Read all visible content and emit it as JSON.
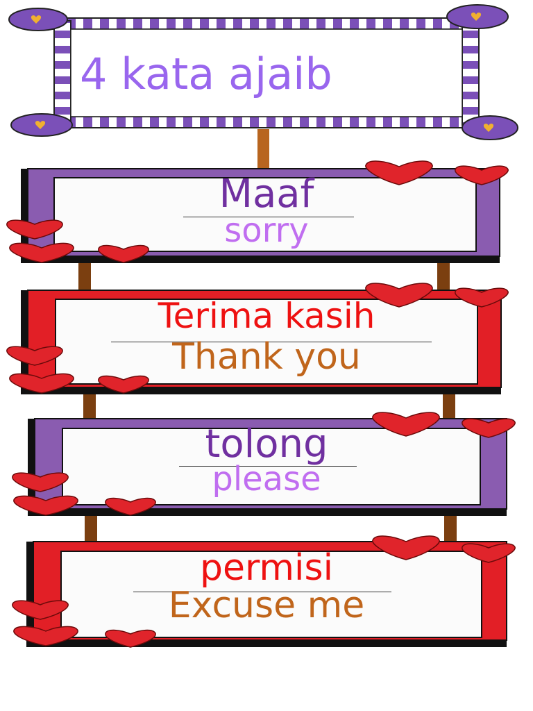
{
  "title": "4 kata ajaib",
  "signs": [
    {
      "word": "Maaf",
      "translation": "sorry",
      "word_color": "#7030a0",
      "translation_color": "#c06ef0",
      "frame_color": "#8a5cb0"
    },
    {
      "word": "Terima kasih",
      "translation": "Thank you",
      "word_color": "#ee1111",
      "translation_color": "#c0651b",
      "frame_color": "#e21f26"
    },
    {
      "word": "tolong",
      "translation": "please",
      "word_color": "#7030a0",
      "translation_color": "#c06ef0",
      "frame_color": "#8a5cb0"
    },
    {
      "word": "permisi",
      "translation": "Excuse me",
      "word_color": "#ee1111",
      "translation_color": "#c0651b",
      "frame_color": "#e21f26"
    }
  ],
  "colors": {
    "title_text": "#9966ee",
    "title_frame": "#7b50b8",
    "post": "#7b3f10",
    "heart": "#e0242b"
  }
}
